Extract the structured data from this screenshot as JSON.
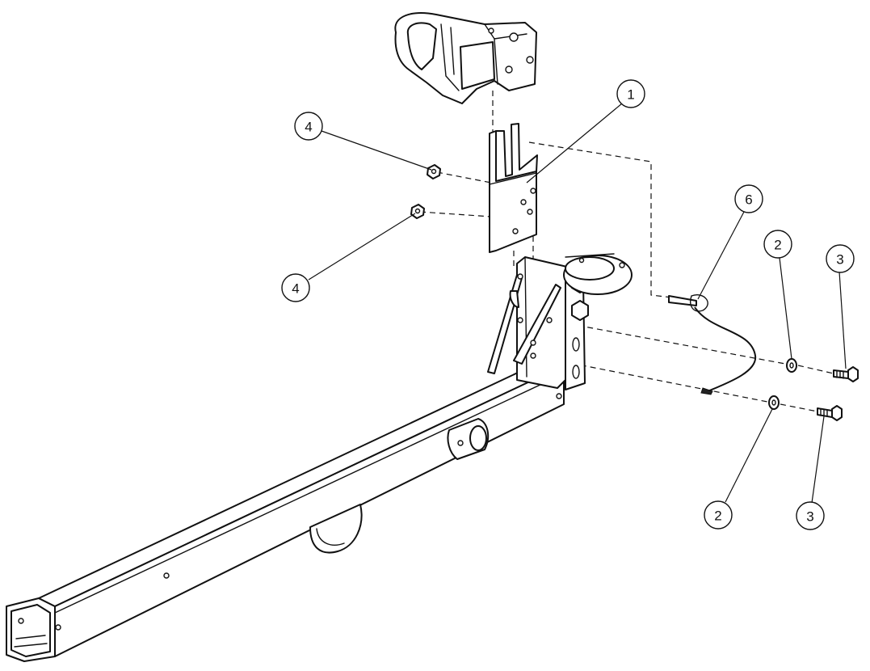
{
  "diagram": {
    "callouts": [
      {
        "id": "callout-1",
        "label": "1",
        "target": "adapter-plate"
      },
      {
        "id": "callout-2a",
        "label": "2",
        "target": "washer-upper"
      },
      {
        "id": "callout-2b",
        "label": "2",
        "target": "washer-lower"
      },
      {
        "id": "callout-3a",
        "label": "3",
        "target": "bolt-upper"
      },
      {
        "id": "callout-3b",
        "label": "3",
        "target": "bolt-lower"
      },
      {
        "id": "callout-4a",
        "label": "4",
        "target": "nut-upper"
      },
      {
        "id": "callout-4b",
        "label": "4",
        "target": "nut-lower"
      },
      {
        "id": "callout-6",
        "label": "6",
        "target": "lynch-pin"
      }
    ],
    "line_color": "#111111",
    "background": "#ffffff"
  }
}
